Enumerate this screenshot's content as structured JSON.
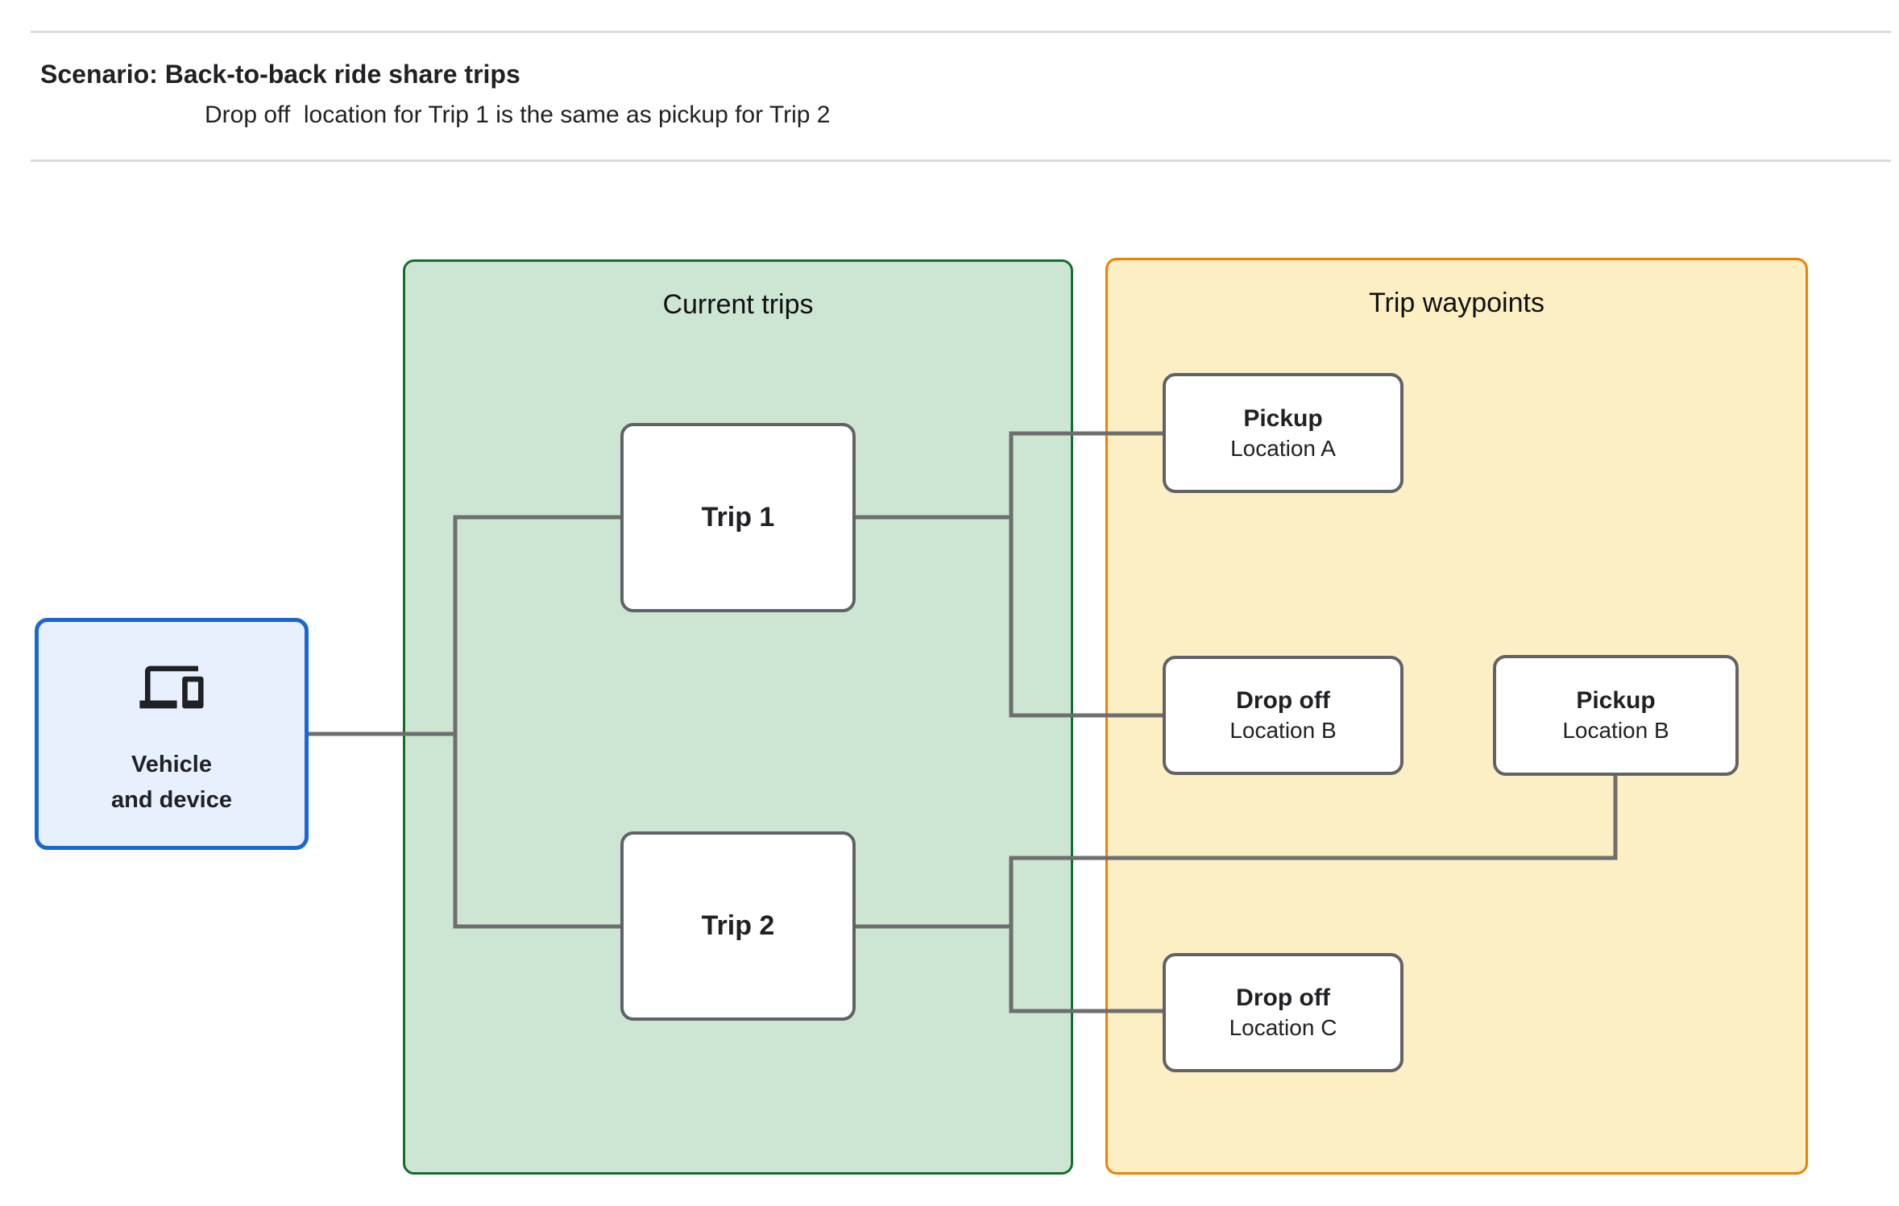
{
  "header": {
    "title": "Scenario: Back-to-back ride share trips",
    "subtitle": "Drop off  location for Trip 1 is the same as pickup for Trip 2"
  },
  "vehicle": {
    "icon": "devices-icon",
    "label_line1": "Vehicle",
    "label_line2": "and device"
  },
  "groups": {
    "current_trips": {
      "title": "Current trips"
    },
    "trip_waypoints": {
      "title": "Trip waypoints"
    }
  },
  "trips": [
    {
      "label": "Trip 1"
    },
    {
      "label": "Trip 2"
    }
  ],
  "waypoints": [
    {
      "title": "Pickup",
      "subtitle": "Location A"
    },
    {
      "title": "Drop off",
      "subtitle": "Location B"
    },
    {
      "title": "Pickup",
      "subtitle": "Location B"
    },
    {
      "title": "Drop off",
      "subtitle": "Location C"
    }
  ],
  "colors": {
    "container_green_fill": "#CDE6D4",
    "container_green_border": "#146C2E",
    "container_yellow_fill": "#FCEFC3",
    "container_yellow_border": "#EE8100",
    "vehicle_fill": "#E8F0FE",
    "vehicle_border": "#1967D2",
    "node_border": "#5F6368",
    "connector": "#6E6E6E",
    "text": "#202124",
    "rule": "#DBDBDB"
  }
}
